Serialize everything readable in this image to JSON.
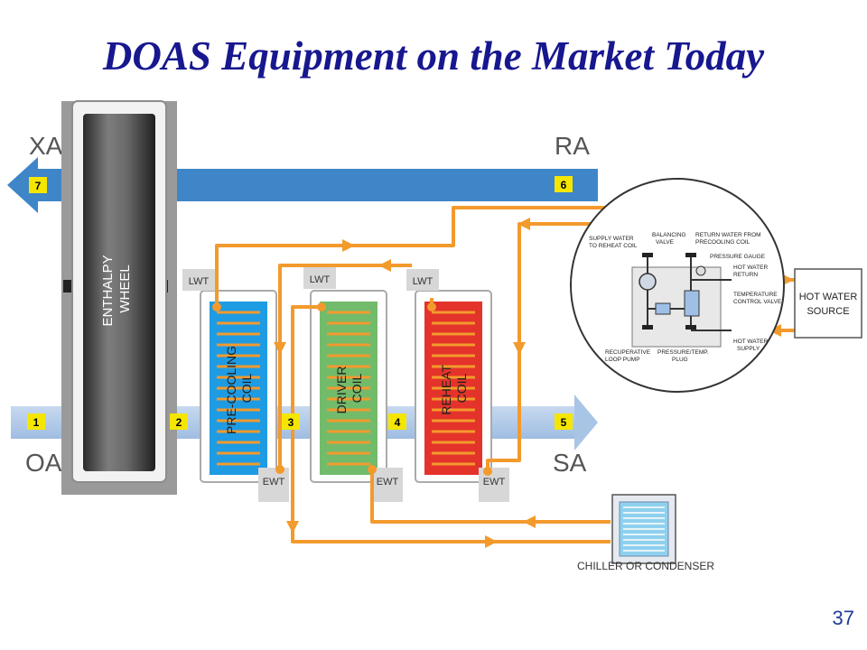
{
  "title": "DOAS Equipment on the Market Today",
  "page_number": "37",
  "airstreams": {
    "exhaust": "XA",
    "return": "RA",
    "outdoor": "OA",
    "supply": "SA"
  },
  "points": [
    "1",
    "2",
    "3",
    "4",
    "5",
    "6",
    "7"
  ],
  "wheel_label": [
    "ENTHALPY",
    "WHEEL"
  ],
  "coils": [
    {
      "name": [
        "PRE-COOLING",
        "COIL"
      ],
      "lwt": "LWT",
      "ewt": "EWT",
      "color": "#1e9be3"
    },
    {
      "name": [
        "DRIVER",
        "COIL"
      ],
      "lwt": "LWT",
      "ewt": "EWT",
      "color": "#72bb6a"
    },
    {
      "name": [
        "REHEAT",
        "COIL"
      ],
      "lwt": "LWT",
      "ewt": "EWT",
      "color": "#e4332a"
    }
  ],
  "detail": {
    "supply_water": [
      "SUPPLY WATER",
      "TO REHEAT COIL"
    ],
    "balancing_valve": [
      "BALANCING",
      "VALVE"
    ],
    "return_water": [
      "RETURN WATER FROM",
      "PRECOOLING COIL"
    ],
    "pressure_gauge": "PRESSURE GAUGE",
    "hw_return": [
      "HOT WATER",
      "RETURN"
    ],
    "temp_valve": [
      "TEMPERATURE",
      "CONTROL VALVE"
    ],
    "hw_supply": [
      "HOT WATER",
      "SUPPLY"
    ],
    "pump": [
      "RECUPERATIVE",
      "LOOP PUMP"
    ],
    "plug": [
      "PRESSURE/TEMP.",
      "PLUG"
    ]
  },
  "hot_water_source": [
    "HOT WATER",
    "SOURCE"
  ],
  "chiller_label": "CHILLER OR CONDENSER",
  "colors": {
    "title": "#17178f",
    "pipe": "#f39a2d",
    "return_air": "#3e86c8",
    "supply_air": "#b5cdea",
    "marker": "#f5e600",
    "page_number": "#1f3b9b"
  }
}
